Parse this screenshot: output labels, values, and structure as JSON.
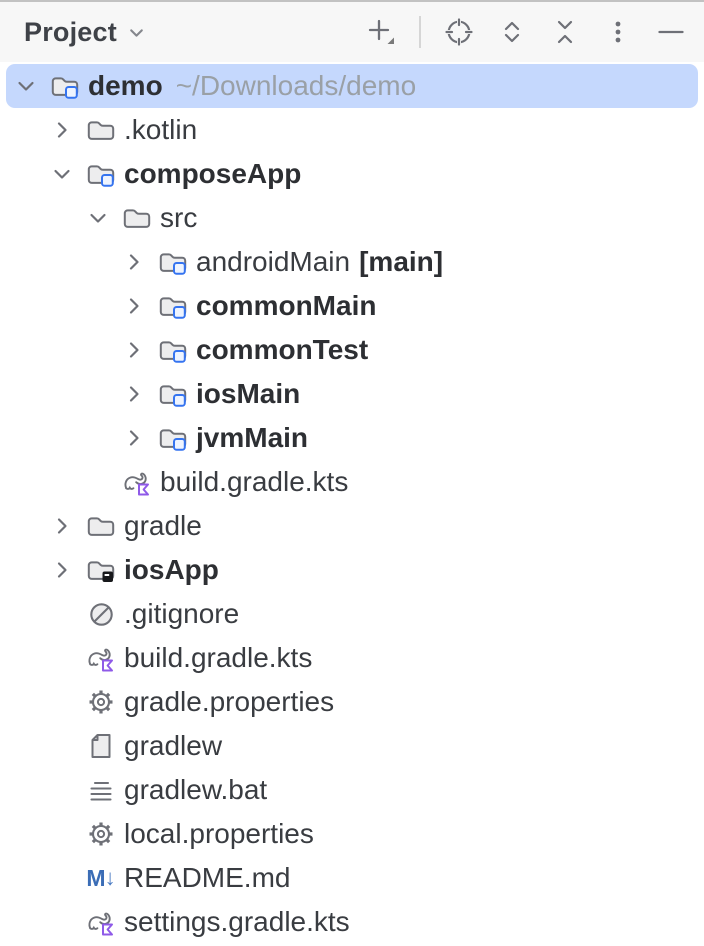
{
  "toolbar": {
    "title": "Project",
    "title_chevron": "chevron-down-icon",
    "icons": [
      "add",
      "separator",
      "locate",
      "expand-all",
      "collapse-all",
      "more-options",
      "hide"
    ]
  },
  "colors": {
    "selection": "#c5d8fd",
    "accent_blue": "#3574F0",
    "badge_fill": "#eef4ff",
    "kotlin_purple": "#8f5ae8",
    "icon_gray": "#6e7077",
    "folder_fill": "#ededee",
    "markdown_blue": "#3b6db6",
    "header_bg": "#f7f7f7"
  },
  "tree": {
    "items": [
      {
        "label": "demo",
        "path": "~/Downloads/demo",
        "level": 0,
        "icon": "module-folder",
        "chevron": "expanded",
        "bold": true,
        "selected": true
      },
      {
        "label": ".kotlin",
        "level": 1,
        "icon": "folder",
        "chevron": "collapsed",
        "bold": false
      },
      {
        "label": "composeApp",
        "level": 1,
        "icon": "module-folder",
        "chevron": "expanded",
        "bold": true
      },
      {
        "label": "src",
        "level": 2,
        "icon": "folder",
        "chevron": "expanded",
        "bold": false
      },
      {
        "label": "androidMain",
        "suffix": "[main]",
        "level": 3,
        "icon": "module-folder",
        "chevron": "collapsed",
        "bold": false
      },
      {
        "label": "commonMain",
        "level": 3,
        "icon": "module-folder",
        "chevron": "collapsed",
        "bold": true
      },
      {
        "label": "commonTest",
        "level": 3,
        "icon": "module-folder",
        "chevron": "collapsed",
        "bold": true
      },
      {
        "label": "iosMain",
        "level": 3,
        "icon": "module-folder",
        "chevron": "collapsed",
        "bold": true
      },
      {
        "label": "jvmMain",
        "level": 3,
        "icon": "module-folder",
        "chevron": "collapsed",
        "bold": true
      },
      {
        "label": "build.gradle.kts",
        "level": 2,
        "icon": "gradle-kts",
        "chevron": null,
        "bold": false
      },
      {
        "label": "gradle",
        "level": 1,
        "icon": "folder",
        "chevron": "collapsed",
        "bold": false
      },
      {
        "label": "iosApp",
        "level": 1,
        "icon": "ios-folder",
        "chevron": "collapsed",
        "bold": true
      },
      {
        "label": ".gitignore",
        "level": 1,
        "icon": "ignored",
        "chevron": null,
        "bold": false
      },
      {
        "label": "build.gradle.kts",
        "level": 1,
        "icon": "gradle-kts",
        "chevron": null,
        "bold": false
      },
      {
        "label": "gradle.properties",
        "level": 1,
        "icon": "gear",
        "chevron": null,
        "bold": false
      },
      {
        "label": "gradlew",
        "level": 1,
        "icon": "file",
        "chevron": null,
        "bold": false
      },
      {
        "label": "gradlew.bat",
        "level": 1,
        "icon": "text-file",
        "chevron": null,
        "bold": false
      },
      {
        "label": "local.properties",
        "level": 1,
        "icon": "gear",
        "chevron": null,
        "bold": false
      },
      {
        "label": "README.md",
        "level": 1,
        "icon": "markdown",
        "chevron": null,
        "bold": false
      },
      {
        "label": "settings.gradle.kts",
        "level": 1,
        "icon": "gradle-kts",
        "chevron": null,
        "bold": false
      }
    ]
  }
}
